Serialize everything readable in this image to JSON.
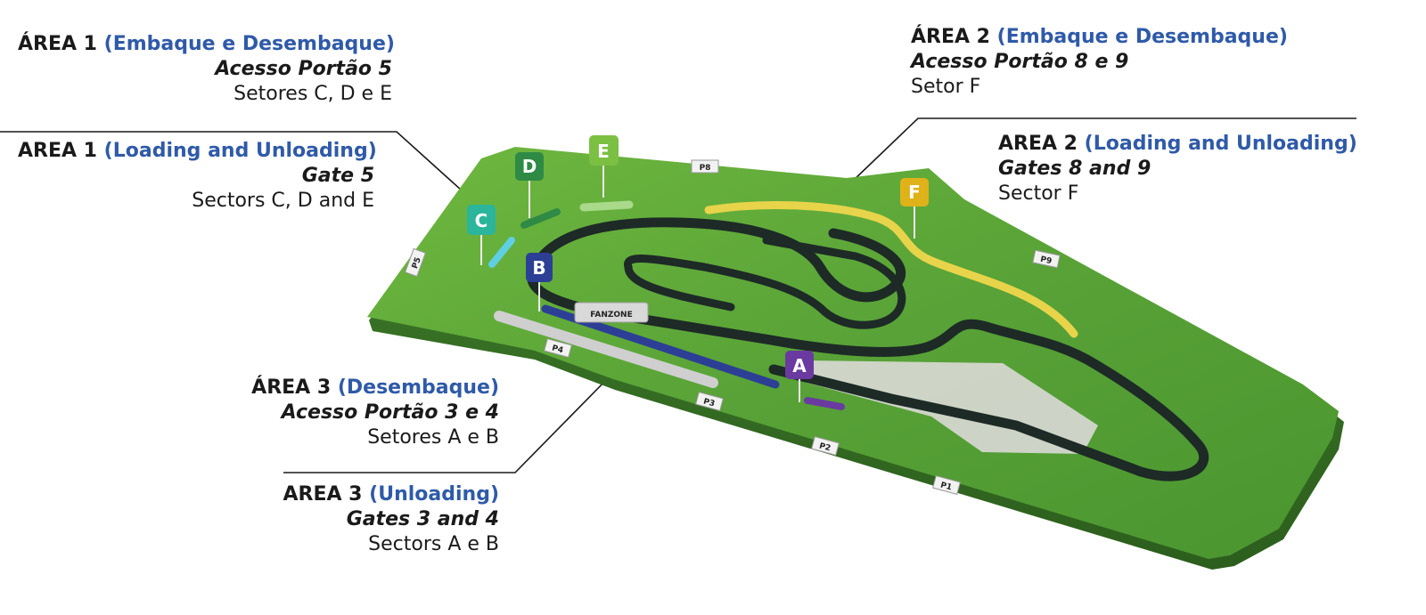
{
  "areas": {
    "area1_pt": {
      "title": "ÁREA 1",
      "subtitle": "(Embaque e Desembaque)",
      "access": "Acesso Portão 5",
      "sectors": "Setores C, D e E"
    },
    "area1_en": {
      "title": "AREA 1",
      "subtitle": "(Loading and Unloading)",
      "access": "Gate 5",
      "sectors": "Sectors C, D and E"
    },
    "area2_pt": {
      "title": "ÁREA 2",
      "subtitle": "(Embaque e Desembaque)",
      "access": "Acesso Portão 8 e 9",
      "sectors": "Setor F"
    },
    "area2_en": {
      "title": "AREA 2",
      "subtitle": "(Loading and Unloading)",
      "access": "Gates 8 and 9",
      "sectors": "Sector F"
    },
    "area3_pt": {
      "title": "ÁREA 3",
      "subtitle": "(Desembaque)",
      "access": "Acesso Portão 3 e 4",
      "sectors": "Setores A e B"
    },
    "area3_en": {
      "title": "AREA 3",
      "subtitle": "(Unloading)",
      "access": "Gates 3 and 4",
      "sectors": "Sectors A e B"
    }
  },
  "sectors": {
    "a": {
      "label": "A",
      "color": "#6a3aa0"
    },
    "b": {
      "label": "B",
      "color": "#2c3f95"
    },
    "c": {
      "label": "C",
      "color": "#2bb59a"
    },
    "d": {
      "label": "D",
      "color": "#2e8a45"
    },
    "e": {
      "label": "E",
      "color": "#7cc043"
    },
    "f": {
      "label": "F",
      "color": "#e0b21a"
    }
  },
  "gates": {
    "p1": "P1",
    "p2": "P2",
    "p3": "P3",
    "p4": "P4",
    "p5": "P5",
    "p8": "P8",
    "p9": "P9"
  },
  "fanzone": "FANZONE",
  "colors": {
    "grass": "#5ea93a",
    "track": "#1d2a26",
    "subtitle": "#2f5aa8"
  }
}
